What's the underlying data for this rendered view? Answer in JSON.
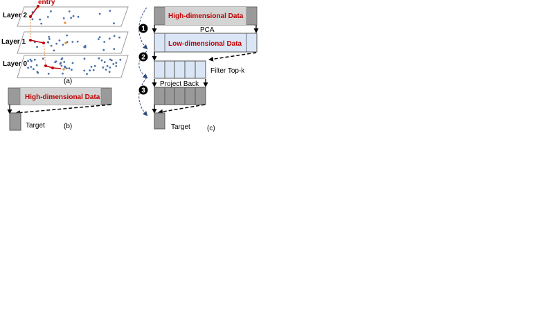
{
  "layers": [
    {
      "label": "Layer 2"
    },
    {
      "label": "Layer 1"
    },
    {
      "label": "Layer 0"
    }
  ],
  "entry_label": "entry",
  "panel_a_caption": "(a)",
  "panel_b": {
    "data_label": "High-dimensional Data",
    "target_label": "Target",
    "caption": "(b)"
  },
  "panel_c": {
    "high_label": "High-dimensional Data",
    "pca_label": "PCA",
    "low_label": "Low-dimensional Data",
    "filter_label": "Filter Top-k",
    "project_label": "Project Back",
    "target_label": "Target",
    "caption": "(c)",
    "steps": [
      "1",
      "2",
      "3"
    ]
  },
  "colors": {
    "dark_gray": "#9a9a9a",
    "light_gray": "#d4d4d4",
    "light_blue": "#dae6f6",
    "dot_blue": "#4a6fa5",
    "dot_orange": "#e59a3c",
    "path_red": "#c00000",
    "dash_orange": "#f0a060"
  }
}
